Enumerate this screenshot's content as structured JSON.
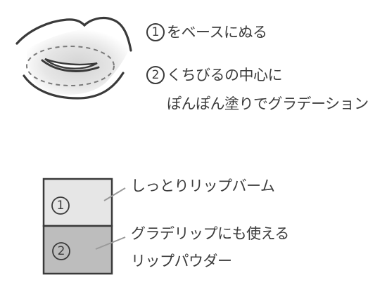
{
  "colors": {
    "line": "#3a3a3a",
    "text": "#3c3c3c",
    "lip_shade": "#d8d8d8",
    "box_light": "#e6e6e6",
    "box_dark": "#bdbdbd"
  },
  "steps": {
    "step1": {
      "number": "1",
      "text": "をベースにぬる"
    },
    "step2": {
      "number": "2",
      "line1": "くちびるの中心に",
      "line2": "ぽんぽん塗りでグラデーション"
    }
  },
  "legend": {
    "box1": {
      "number": "1",
      "label": "しっとりリップバーム"
    },
    "box2": {
      "number": "2",
      "label_line1": "グラデリップにも使える",
      "label_line2": "リップパウダー"
    }
  }
}
